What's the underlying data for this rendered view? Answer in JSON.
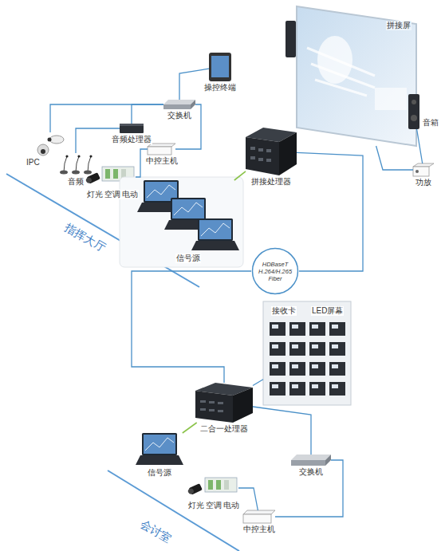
{
  "diagram": {
    "nodes": [
      {
        "text": [
          "拼接屏"
        ]
      },
      {
        "text": [
          "音箱"
        ]
      },
      {
        "text": [
          "操控终端"
        ]
      },
      {
        "text": [
          "交换机"
        ]
      },
      {
        "text": [
          "音频处理器"
        ]
      },
      {
        "text": [
          "中控主机"
        ]
      },
      {
        "text": [
          "IPC"
        ]
      },
      {
        "text": [
          "音频"
        ]
      },
      {
        "text": [
          "灯光",
          "空调",
          "电动"
        ]
      },
      {
        "text": [
          "拼接处理器"
        ]
      },
      {
        "text": [
          "信号源"
        ]
      },
      {
        "text": [
          "功放"
        ]
      },
      {
        "text": [
          "HDBaseT H.264/H.265 Fiber"
        ]
      },
      {
        "text": [
          "接收卡",
          "LED屏幕"
        ]
      },
      {
        "text": [
          "二合一处理器"
        ]
      },
      {
        "text": [
          "信号源"
        ]
      },
      {
        "text": [
          "交换机"
        ]
      },
      {
        "text": [
          "灯光",
          "空调",
          "电动"
        ]
      },
      {
        "text": [
          "中控主机"
        ]
      }
    ],
    "edges": [
      {
        "from": 3,
        "to": 2,
        "arrow": "none"
      },
      {
        "from": 6,
        "to": 3,
        "arrow": "none"
      },
      {
        "from": 3,
        "to": 4,
        "arrow": "none"
      },
      {
        "from": 4,
        "to": 7,
        "arrow": "none"
      },
      {
        "from": 5,
        "to": 3,
        "arrow": "none"
      },
      {
        "from": 5,
        "to": 8,
        "arrow": "none"
      },
      {
        "from": 9,
        "to": 0,
        "arrow": "none"
      },
      {
        "from": 10,
        "to": 9,
        "arrow": "none"
      },
      {
        "from": 0,
        "to": 11,
        "arrow": "none"
      },
      {
        "from": 1,
        "to": 11,
        "arrow": "none"
      },
      {
        "from": 9,
        "to": 12,
        "arrow": "none"
      },
      {
        "from": 12,
        "to": 14,
        "arrow": "none"
      },
      {
        "from": 14,
        "to": 13,
        "arrow": "none"
      },
      {
        "from": 15,
        "to": 14,
        "arrow": "none"
      },
      {
        "from": 14,
        "to": 16,
        "arrow": "none"
      },
      {
        "from": 16,
        "to": 18,
        "arrow": "none"
      },
      {
        "from": 18,
        "to": 17,
        "arrow": "none"
      }
    ],
    "labels": [
      "指挥大厅",
      "会讨室"
    ]
  }
}
